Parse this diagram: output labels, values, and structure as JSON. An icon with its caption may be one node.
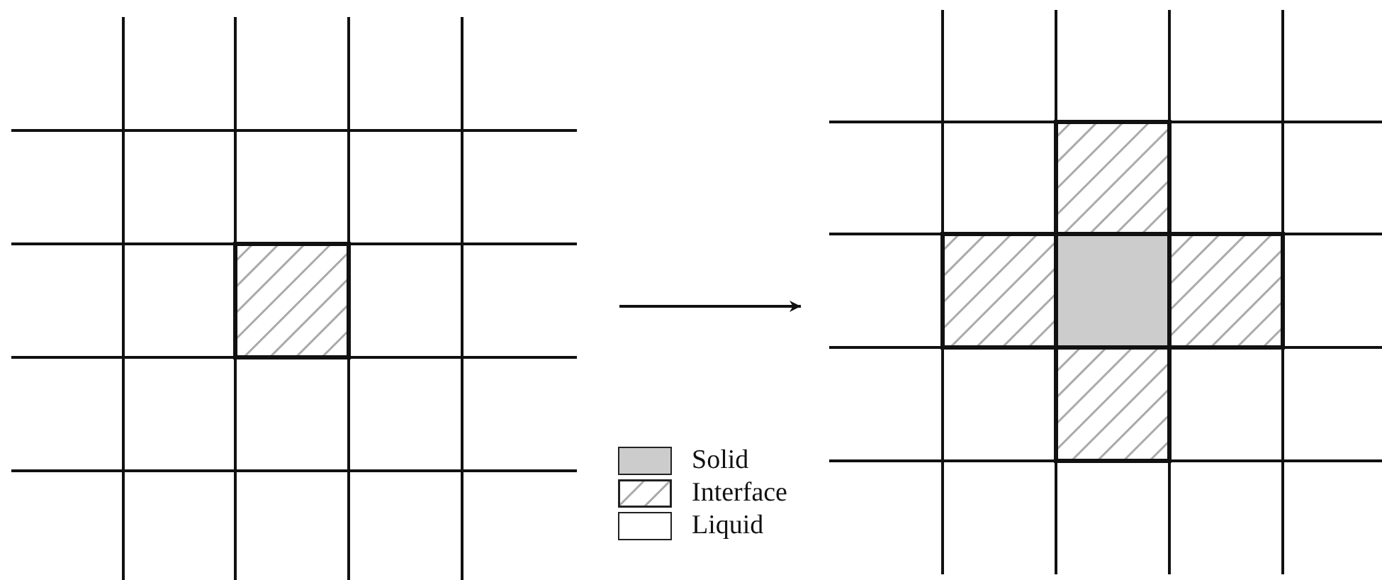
{
  "diagram": {
    "nodes": [
      {
        "text": [],
        "shape": "picture"
      },
      {
        "text": [],
        "shape": "picture"
      }
    ],
    "edges": [
      {
        "from": 0,
        "to": 1,
        "arrow": "to"
      }
    ],
    "legend": [
      {
        "text": "Solid",
        "color": "#cccccc"
      },
      {
        "text": "Interface"
      },
      {
        "text": "Liquid",
        "color": "#ffffff"
      }
    ]
  }
}
